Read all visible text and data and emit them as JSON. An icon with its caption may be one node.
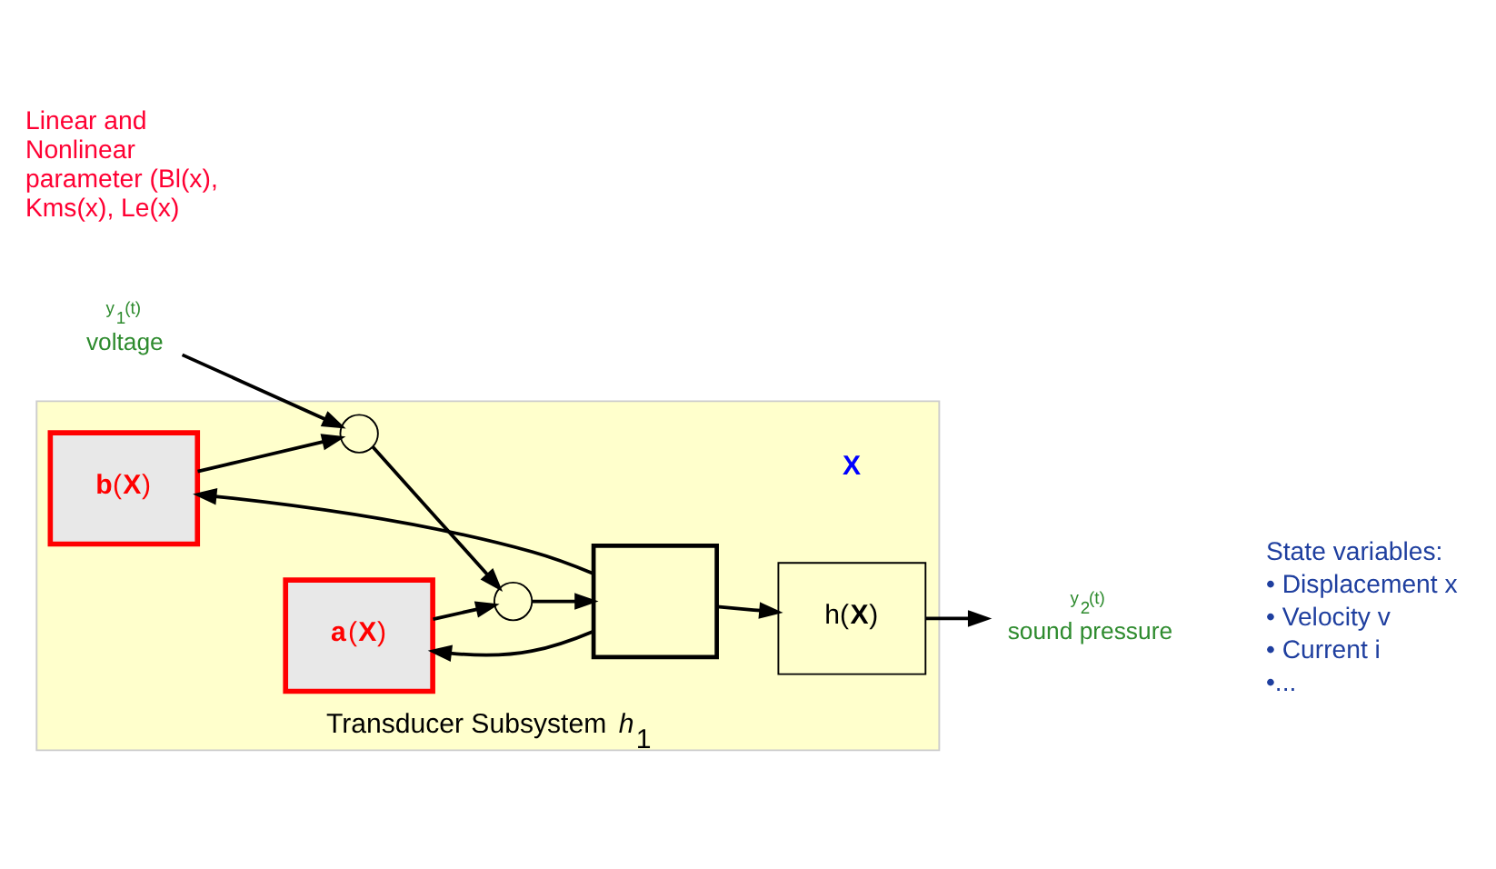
{
  "diagram": {
    "nodes": [
      {
        "text": [
          "Transducer Subsystem *h*$_{1}$"
        ]
      },
      {
        "text": [
          "y$_{1}$(t)"
        ],
        "beside": [
          "voltage"
        ]
      },
      {
        "text": [],
        "shape": "circle",
        "in": 0
      },
      {
        "text": [],
        "shape": "circle",
        "in": 0
      },
      {
        "text": [],
        "shape": "box",
        "in": 0
      },
      {
        "text": [
          "h(**X**)"
        ],
        "in": 0
      },
      {
        "text": [
          "y$_{2}$(t)"
        ],
        "beside": [
          "sound pressure"
        ]
      },
      {
        "text": [
          "**b**(**X**)"
        ],
        "in": 0
      },
      {
        "text": [
          "**a**(**X**)"
        ],
        "in": 0
      }
    ],
    "edges": [
      {
        "from": 1,
        "to": 2,
        "arrow": "to"
      },
      {
        "from": 7,
        "to": 2,
        "arrow": "to"
      },
      {
        "from": 2,
        "to": 3,
        "arrow": "to"
      },
      {
        "from": 8,
        "to": 3,
        "arrow": "to"
      },
      {
        "from": 3,
        "to": 4,
        "arrow": "to"
      },
      {
        "from": 4,
        "to": 5,
        "arrow": "to"
      },
      {
        "from": 5,
        "to": 6,
        "arrow": "to"
      },
      {
        "from": 4,
        "to": 7,
        "arrow": "to"
      },
      {
        "from": 4,
        "to": 8,
        "arrow": "to"
      }
    ],
    "labels": [
      "X",
      "State variables:",
      "• Displacement x",
      "• Velocity v",
      "• Current i",
      "•...",
      "Linear and Nonlinear parameter (Bl(x), Kms(x), Le(x)"
    ]
  }
}
